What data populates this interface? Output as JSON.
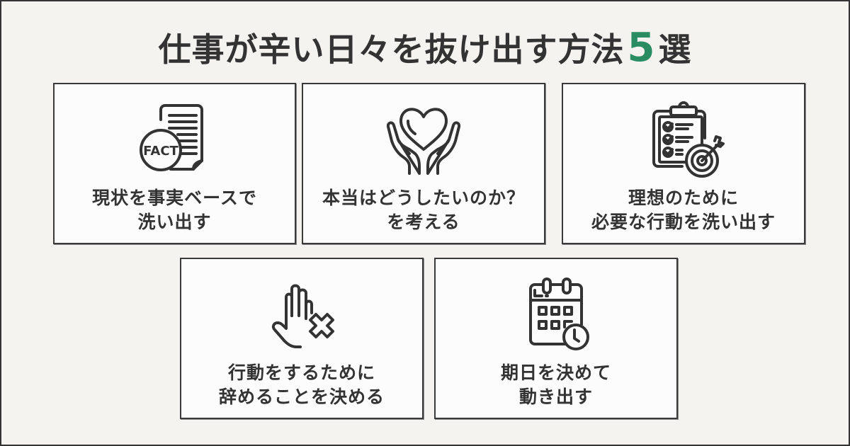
{
  "title": {
    "prefix": "仕事が辛い日々を抜け出す方法",
    "number": "5",
    "suffix": "選",
    "accent_color": "#2a8c63",
    "text_color": "#333333"
  },
  "background_color": "#f4f3ef",
  "cards": [
    {
      "icon": "fact-document-icon",
      "icon_text": "FACT",
      "lines": [
        "現状を事実ベースで",
        "洗い出す"
      ]
    },
    {
      "icon": "hands-holding-heart-icon",
      "lines": [
        "本当はどうしたいのか？",
        "を考える"
      ]
    },
    {
      "icon": "checklist-target-icon",
      "lines": [
        "理想のために",
        "必要な行動を洗い出す"
      ]
    },
    {
      "icon": "hand-stop-x-icon",
      "lines": [
        "行動をするために",
        "辞めることを決める"
      ]
    },
    {
      "icon": "calendar-clock-icon",
      "lines": [
        "期日を決めて",
        "動き出す"
      ]
    }
  ]
}
